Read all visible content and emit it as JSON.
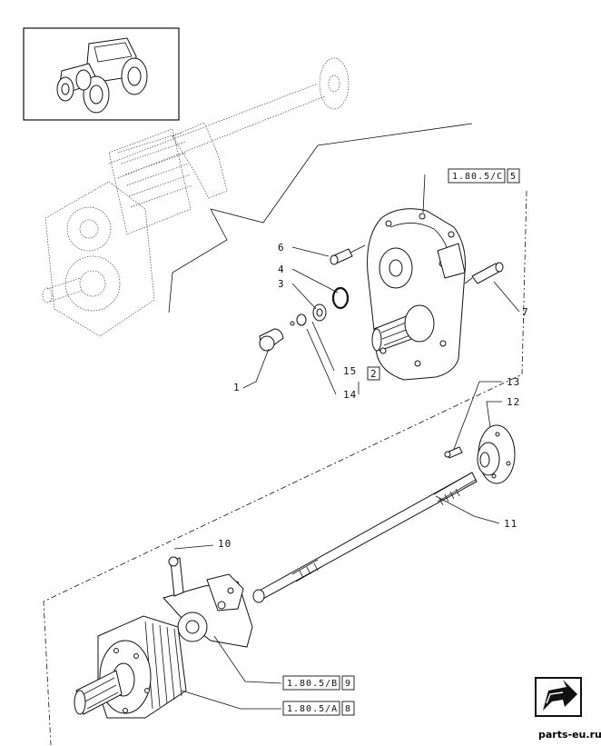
{
  "callouts": [
    {
      "id": "1",
      "text": "1"
    },
    {
      "id": "2",
      "text": "2"
    },
    {
      "id": "3",
      "text": "3"
    },
    {
      "id": "4",
      "text": "4"
    },
    {
      "id": "6",
      "text": "6"
    },
    {
      "id": "7",
      "text": "7"
    },
    {
      "id": "10",
      "text": "10"
    },
    {
      "id": "11",
      "text": "11"
    },
    {
      "id": "12",
      "text": "12"
    },
    {
      "id": "13",
      "text": "13"
    },
    {
      "id": "14",
      "text": "14"
    },
    {
      "id": "15",
      "text": "15"
    }
  ],
  "references": [
    {
      "code": "1.80.5/C",
      "page": "5"
    },
    {
      "code": "1.80.5/B",
      "page": "9"
    },
    {
      "code": "1.80.5/A",
      "page": "8"
    }
  ],
  "watermark": "parts-eu.ru",
  "nav_icon": "next-page-arrow-icon",
  "thumbnail_icon": "tractor-icon"
}
